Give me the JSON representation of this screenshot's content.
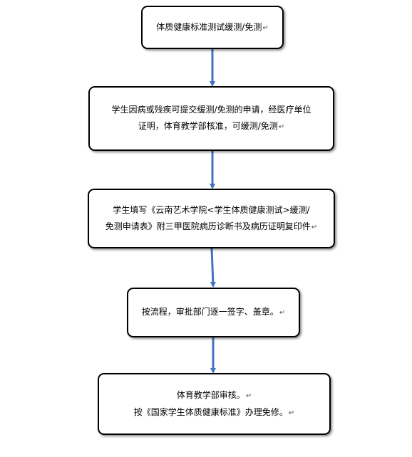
{
  "diagram": {
    "colors": {
      "arrow": "#4472c4",
      "border": "#000000"
    },
    "paragraph_mark": "↵",
    "steps": [
      {
        "id": "step-1",
        "lines": [
          "体质健康标准测试缓测/免测"
        ]
      },
      {
        "id": "step-2",
        "lines": [
          "学生因病或残疾可提交缓测/免测的申请，经医疗单位",
          "证明，体育教学部核准，可缓测/免测"
        ]
      },
      {
        "id": "step-3",
        "lines": [
          "学生填写《云南艺术学院<学生体质健康测试>缓测/",
          "免测申请表》附三甲医院病历诊断书及病历证明复印件"
        ]
      },
      {
        "id": "step-4",
        "lines": [
          "按流程，审批部门逐一签字、盖章。"
        ]
      },
      {
        "id": "step-5",
        "lines": [
          "体育教学部审核。",
          "按《国家学生体质健康标准》办理免修。"
        ]
      }
    ]
  }
}
